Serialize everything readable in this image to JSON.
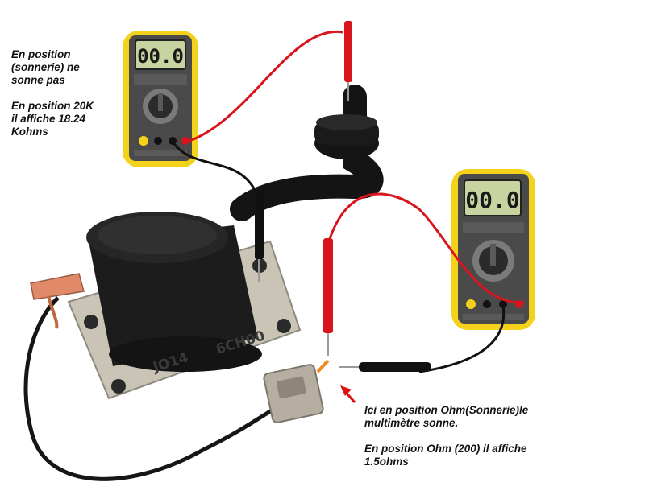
{
  "annotations": {
    "top_left": {
      "line1": "En position",
      "line2": "(sonnerie) ne",
      "line3": "sonne pas",
      "line4": "En position 20K",
      "line5": "il affiche 18.24",
      "line6": "Kohms"
    },
    "bottom_right": {
      "line1": "Ici en position Ohm(Sonnerie)le",
      "line2": "multimètre sonne.",
      "line3": "En position Ohm (200) il affiche",
      "line4": "1.5ohms"
    }
  },
  "multimeter_left": {
    "display": "00.0"
  },
  "multimeter_right": {
    "display": "00.0"
  },
  "coil": {
    "marking_1": "JO14",
    "marking_2": "6CH00"
  },
  "colors": {
    "multimeter_body": "#f4d21c",
    "lcd": "#c8d4a0",
    "probe_red": "#d8141c",
    "probe_black": "#111111",
    "coil_body": "#1c1c1c",
    "coil_plate": "#c9c4b6",
    "arrow": "#e01010"
  },
  "icons": [
    "multimeter",
    "ignition-coil",
    "test-probe",
    "connector",
    "pointer-arrow"
  ]
}
